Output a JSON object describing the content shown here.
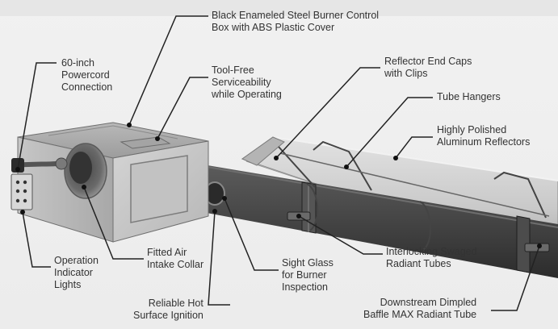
{
  "labels": {
    "control_box": {
      "line1": "Black Enameled Steel Burner Control",
      "line2": "Box with ABS Plastic Cover"
    },
    "powercord": {
      "line1": "60-inch",
      "line2": "Powercord",
      "line3": "Connection"
    },
    "tool_free": {
      "line1": "Tool-Free",
      "line2": "Serviceability",
      "line3": "while Operating"
    },
    "end_caps": {
      "line1": "Reflector End Caps",
      "line2": "with Clips"
    },
    "tube_hangers": {
      "line1": "Tube Hangers"
    },
    "reflectors": {
      "line1": "Highly Polished",
      "line2": "Aluminum Reflectors"
    },
    "indicator_lights": {
      "line1": "Operation",
      "line2": "Indicator",
      "line3": "Lights"
    },
    "air_intake": {
      "line1": "Fitted Air",
      "line2": "Intake Collar"
    },
    "sight_glass": {
      "line1": "Sight Glass",
      "line2": "for Burner",
      "line3": "Inspection"
    },
    "swaged_tubes": {
      "line1": "Interlocking Swaged",
      "line2": "Radiant Tubes"
    },
    "ignition": {
      "line1": "Reliable Hot",
      "line2": "Surface Ignition"
    },
    "baffle_tube": {
      "line1": "Downstream Dimpled",
      "line2": "Baffle MAX Radiant Tube"
    }
  },
  "colors": {
    "background": "#efefef",
    "tube": "#3f3f3f",
    "box": "#c8c8c8",
    "reflector": "#cfcfcf",
    "callout": "#222222",
    "text": "#333333"
  }
}
